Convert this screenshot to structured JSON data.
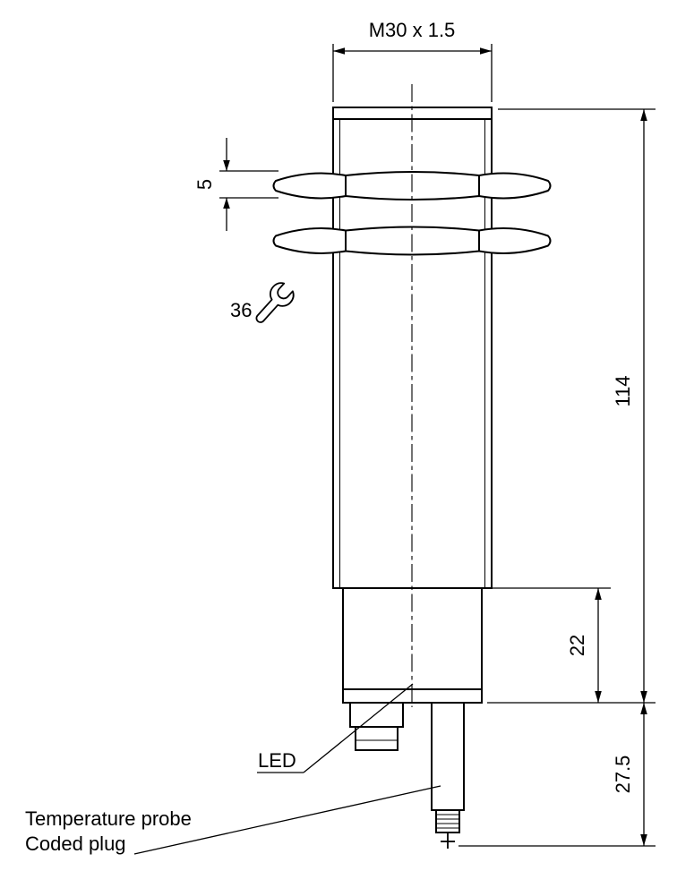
{
  "page": {
    "background": "#ffffff",
    "line_color": "#000000"
  },
  "drawing": {
    "dimensions": {
      "thread_spec": "M30 x 1.5",
      "nut_thickness": "5",
      "wrench_size": "36",
      "overall_length": "114",
      "housing_length": "22",
      "plug_length": "27.5"
    },
    "labels": {
      "led": "LED",
      "temperature_probe": "Temperature probe",
      "coded_plug": "Coded plug"
    }
  }
}
